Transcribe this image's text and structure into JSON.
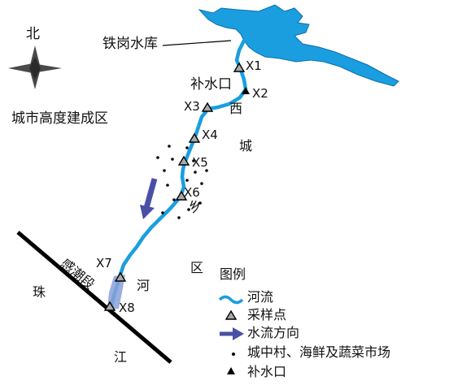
{
  "compass": {
    "north": "北"
  },
  "reservoir": {
    "name": "铁岗水库"
  },
  "regions": {
    "left": "城市高度建成区",
    "right_chars": [
      "西",
      "城",
      "乡",
      "区"
    ]
  },
  "river": {
    "name_chars": [
      "河"
    ],
    "reach": "感潮段"
  },
  "sea": {
    "chars": [
      "珠",
      "江"
    ]
  },
  "inflow": {
    "label": "补水口"
  },
  "sites": [
    "X1",
    "X2",
    "X3",
    "X4",
    "X5",
    "X6",
    "X7",
    "X8"
  ],
  "legend": {
    "title": "图例",
    "items": [
      {
        "symbol": "river-line",
        "label": "河流"
      },
      {
        "symbol": "sampling-triangle",
        "label": "采样点"
      },
      {
        "symbol": "flow-arrow",
        "label": "水流方向"
      },
      {
        "symbol": "market-dot",
        "label": "城中村、海鲜及蔬菜市场"
      },
      {
        "symbol": "inflow-triangle",
        "label": "补水口"
      }
    ]
  },
  "colors": {
    "water": "#1a9ee0",
    "flow_arrow": "#4a4fa6",
    "tidal_reach": "#8aa0d8",
    "text": "#111111"
  }
}
